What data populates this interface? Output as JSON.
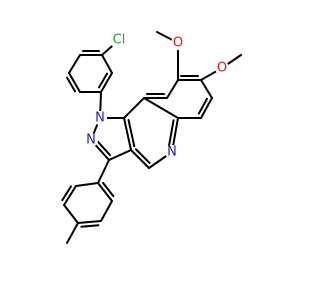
{
  "atoms": {
    "cl": {
      "label": "Cl",
      "color": "#1fa51f"
    },
    "n1": {
      "label": "N",
      "color": "#1f1fd0"
    },
    "n2": {
      "label": "N",
      "color": "#1f1fd0"
    },
    "n5": {
      "label": "N",
      "color": "#1f1fd0"
    },
    "o1": {
      "label": "O",
      "color": "#e01a1a"
    },
    "o2": {
      "label": "O",
      "color": "#e01a1a"
    }
  },
  "colors": {
    "bond": "#000000",
    "background": "#ffffff"
  }
}
